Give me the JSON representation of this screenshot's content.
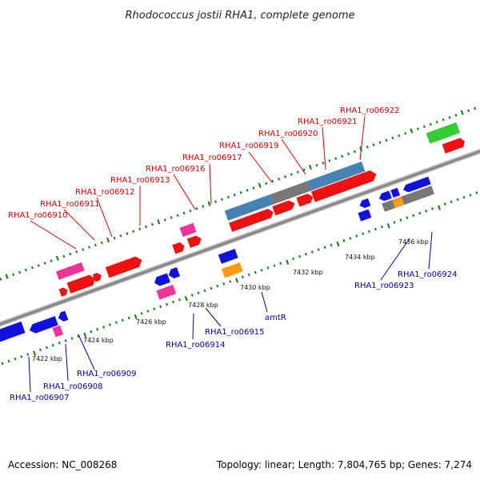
{
  "title": "Rhodococcus jostii RHA1, complete genome",
  "footer": {
    "accession": "Accession: NC_008268",
    "topology": "Topology: linear; Length: 7,804,765 bp; Genes: 7,274"
  },
  "ticks": [
    "7422 kbp",
    "7424 kbp",
    "7426 kbp",
    "7428 kbp",
    "7430 kbp",
    "7432 kbp",
    "7434 kbp",
    "7436 kbp"
  ],
  "genes_forward": [
    "RHA1_ro06910",
    "RHA1_ro06911",
    "RHA1_ro06912",
    "RHA1_ro06913",
    "RHA1_ro06916",
    "RHA1_ro06917",
    "RHA1_ro06919",
    "RHA1_ro06920",
    "RHA1_ro06921",
    "RHA1_ro06922"
  ],
  "genes_reverse": [
    "RHA1_ro06907",
    "RHA1_ro06908",
    "RHA1_ro06909",
    "RHA1_ro06914",
    "RHA1_ro06915",
    "amtR",
    "RHA1_ro06923",
    "RHA1_ro06924"
  ],
  "colors": {
    "forward_label": "#cc0000",
    "reverse_label": "#000099",
    "cds_red": "#ee1111",
    "cds_blue": "#1111dd",
    "cds_pink": "#ee3399",
    "cds_orange": "#ff9911",
    "cds_steelblue": "#4682b4",
    "cds_gray": "#777777",
    "cds_green": "#33cc33",
    "axis_gray": "#8a8a8a",
    "tick_green": "#117711"
  }
}
